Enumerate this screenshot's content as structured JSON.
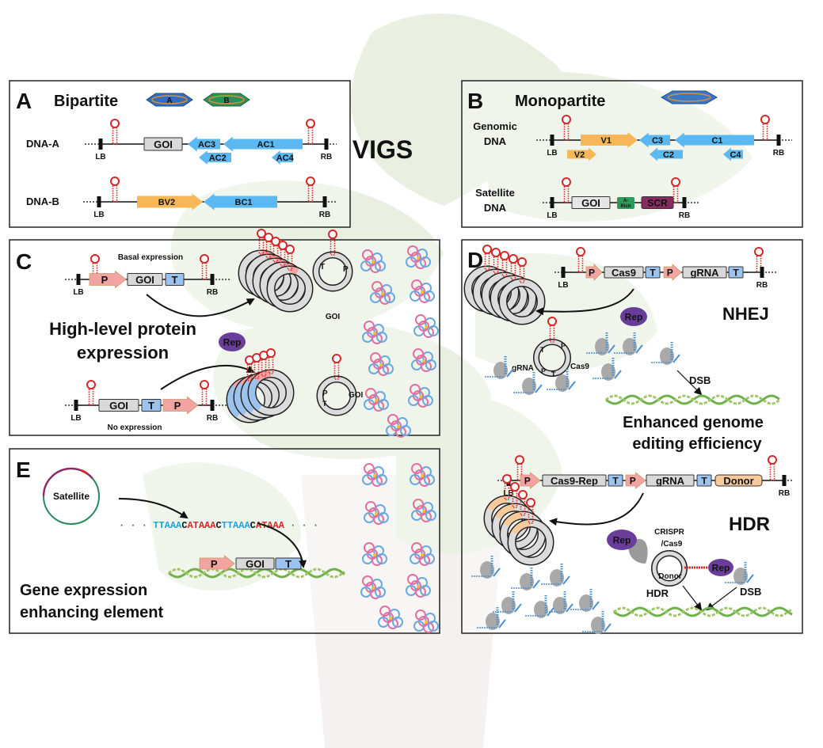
{
  "title": "VIGS",
  "colors": {
    "promoter": "#f4a3a3",
    "terminator": "#9cc3ee",
    "goi": "#d9d9d9",
    "gene_complementary": "#5bb8f0",
    "gene_virion": "#f7b758",
    "a_rich": "#2e9a5a",
    "scr": "#8a2a63",
    "hairpin": "#d62828",
    "rep": "#6a3d9a",
    "donor": "#f8c99a",
    "plant_background": "#e6eedd",
    "pot_background": "#f4eeee"
  },
  "panel_a": {
    "letter": "A",
    "title": "Bipartite",
    "virion_labels": [
      "A",
      "B"
    ],
    "dna_a": {
      "label": "DNA-A",
      "lb": "LB",
      "rb": "RB",
      "genes": {
        "goi": "GOI",
        "ac3": "AC3",
        "ac1": "AC1",
        "ac2": "AC2",
        "ac4": "AC4"
      }
    },
    "dna_b": {
      "label": "DNA-B",
      "lb": "LB",
      "rb": "RB",
      "genes": {
        "bv2": "BV2",
        "bc1": "BC1"
      }
    }
  },
  "panel_b": {
    "letter": "B",
    "title": "Monopartite",
    "genomic": {
      "label_lines": [
        "Genomic",
        "DNA"
      ],
      "lb": "LB",
      "rb": "RB",
      "genes": {
        "v1": "V1",
        "c3": "C3",
        "c1": "C1",
        "v2": "V2",
        "c2": "C2",
        "c4": "C4"
      }
    },
    "satellite": {
      "label_lines": [
        "Satellite",
        "DNA"
      ],
      "lb": "LB",
      "rb": "RB",
      "genes": {
        "goi": "GOI",
        "a_rich": [
          "A-",
          "Rich"
        ],
        "scr": "SCR"
      }
    }
  },
  "panel_c": {
    "letter": "C",
    "construct_top": {
      "note": "Basal expression",
      "p": "P",
      "goi": "GOI",
      "t": "T",
      "lb": "LB",
      "rb": "RB"
    },
    "plasmid_top": {
      "label": "GOI",
      "t": "T",
      "p": "P"
    },
    "heading": [
      "High-level protein",
      "expression"
    ],
    "rep": "Rep",
    "construct_bottom": {
      "note": "No expression",
      "goi": "GOI",
      "t": "T",
      "p": "P",
      "lb": "LB",
      "rb": "RB"
    },
    "plasmid_bottom": {
      "label": "GOI",
      "p": "P",
      "t": "T"
    }
  },
  "panel_d": {
    "letter": "D",
    "nhej": {
      "construct": {
        "p1": "P",
        "cas9": "Cas9",
        "t1": "T",
        "p2": "P",
        "grna": "gRNA",
        "t2": "T",
        "lb": "LB",
        "rb": "RB"
      },
      "rep": "Rep",
      "label": "NHEJ",
      "plasmid": {
        "grna": "gRNA",
        "cas9": "Cas9",
        "t1": "T",
        "p1": "P",
        "p2": "P",
        "t2": "T"
      },
      "dsb": "DSB",
      "heading": [
        "Enhanced genome",
        "editing efficiency"
      ]
    },
    "hdr": {
      "construct": {
        "p1": "P",
        "cas9_rep": "Cas9-Rep",
        "t1": "T",
        "p2": "P",
        "grna": "gRNA",
        "t2": "T",
        "donor": "Donor",
        "lb": "LB",
        "rb": "RB"
      },
      "rep": "Rep",
      "label": "HDR",
      "crispr": [
        "CRISPR",
        "/Cas9"
      ],
      "donor": "Donor",
      "rep_complex": "Rep",
      "hdr_arrow": "HDR",
      "dsb": "DSB"
    }
  },
  "panel_e": {
    "letter": "E",
    "satellite": "Satellite",
    "sequence": [
      {
        "text": "· · · ",
        "color": "#555555"
      },
      {
        "text": "TTAAA",
        "color": "#1aa7d6"
      },
      {
        "text": "C",
        "color": "#111111"
      },
      {
        "text": "ATAAA",
        "color": "#d62828"
      },
      {
        "text": "C",
        "color": "#111111"
      },
      {
        "text": "TTAAA",
        "color": "#1aa7d6"
      },
      {
        "text": "C",
        "color": "#111111"
      },
      {
        "text": "ATAAA",
        "color": "#d62828"
      },
      {
        "text": " · · · ",
        "color": "#555555"
      }
    ],
    "construct": {
      "p": "P",
      "goi": "GOI",
      "t": "T"
    },
    "heading": [
      "Gene expression",
      "enhancing element"
    ]
  }
}
